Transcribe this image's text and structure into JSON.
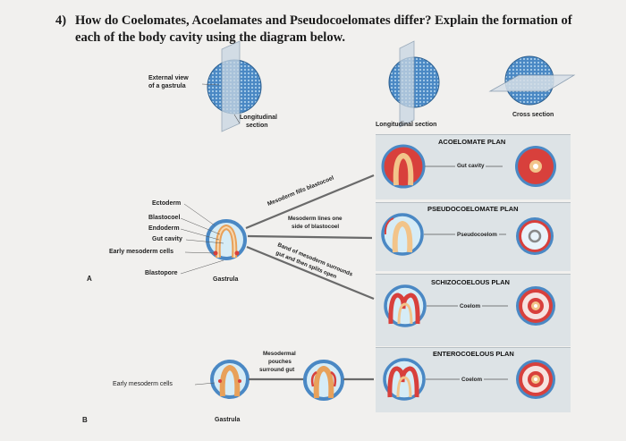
{
  "question": {
    "number": "4)",
    "line1": "How do Coelomates, Acoelamates and Pseudocoelomates differ? Explain the formation of",
    "line2": "each of the body cavity using the diagram below."
  },
  "diagram": {
    "external_view": "External view",
    "of_gastrula": "of a gastrula",
    "longitudinal_section_a": "Longitudinal",
    "longitudinal_section_b": "section",
    "longitudinal_section": "Longitudinal section",
    "cross_section": "Cross section",
    "acoelomate_plan": "ACOELOMATE PLAN",
    "gut_cavity_right": "Gut cavity",
    "pseudocoelomate_plan": "PSEUDOCOELOMATE PLAN",
    "pseudocoelom": "Pseudocoelom",
    "schizocoelous_plan": "SCHIZOCOELOUS PLAN",
    "coelom_1": "Coelom",
    "enterocoelous_plan": "ENTEROCOELOUS PLAN",
    "coelom_2": "Coelom",
    "ectoderm": "Ectoderm",
    "blastocoel": "Blastocoel",
    "endoderm": "Endoderm",
    "gut_cavity": "Gut cavity",
    "early_mesoderm_cells": "Early mesoderm cells",
    "blastopore": "Blastopore",
    "gastrula_a": "Gastrula",
    "gastrula_b": "Gastrula",
    "mesoderm_fills": "Mesoderm fills blastocoel",
    "mesoderm_lines_1": "Mesoderm lines one",
    "mesoderm_lines_2": "side of blastocoel",
    "band_1": "Band of mesoderm surrounds",
    "band_2": "gut and then splits open",
    "mesodermal_1": "Mesodermal",
    "mesodermal_2": "pouches",
    "mesodermal_3": "surround gut",
    "early_mesoderm_cells_b": "Early mesoderm cells",
    "label_a": "A",
    "label_b": "B"
  },
  "colors": {
    "ectoderm_blue": "#4a88c4",
    "endoderm_orange": "#e8a15a",
    "mesoderm_red": "#d8403c",
    "plan_box": "#dde3e6"
  }
}
